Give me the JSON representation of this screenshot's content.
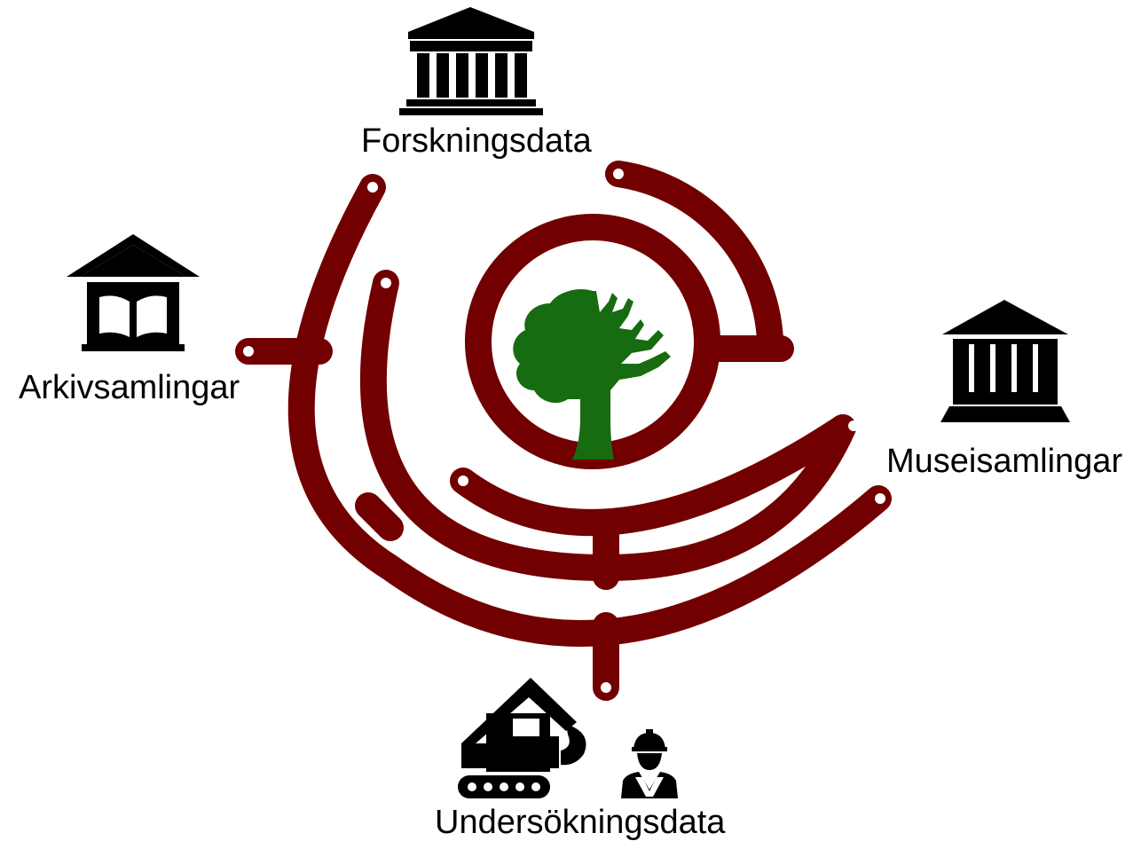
{
  "labels": {
    "research": "Forskningsdata",
    "archive": "Arkivsamlingar",
    "museum": "Museisamlingar",
    "survey": "Undersökningsdata"
  },
  "icons": {
    "research": "institution-building-icon",
    "archive": "archive-library-icon",
    "museum": "museum-building-icon",
    "survey_machine": "excavator-icon",
    "survey_worker": "construction-worker-icon",
    "center": "oak-tree-icon"
  },
  "colors": {
    "connector": "#720000",
    "tree": "#176b10",
    "icon": "#000000",
    "background": "#ffffff"
  }
}
